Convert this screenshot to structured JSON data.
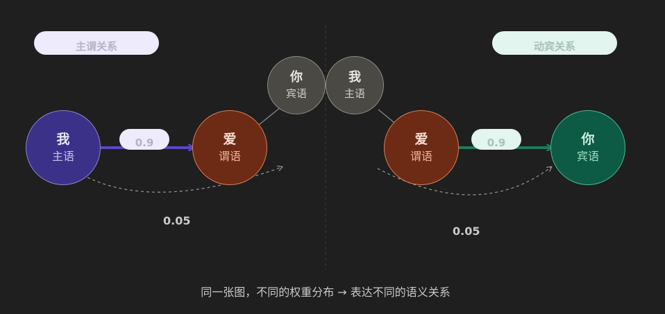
{
  "left_panel": {
    "title": "主谓关系",
    "subject_node": {
      "char": "我",
      "role": "主语"
    },
    "verb_node": {
      "char": "爱",
      "role": "谓语"
    },
    "object_node": {
      "char": "你",
      "role": "宾语"
    },
    "main_weight": "0.9",
    "minor_weight": "0.05",
    "accent_color": "#5b48c4"
  },
  "right_panel": {
    "title": "动宾关系",
    "subject_node": {
      "char": "我",
      "role": "主语"
    },
    "verb_node": {
      "char": "爱",
      "role": "谓语"
    },
    "object_node": {
      "char": "你",
      "role": "宾语"
    },
    "main_weight": "0.9",
    "minor_weight": "0.05",
    "accent_color": "#1f7a5c"
  },
  "caption": "同一张图，不同的权重分布 → 表达不同的语义关系"
}
